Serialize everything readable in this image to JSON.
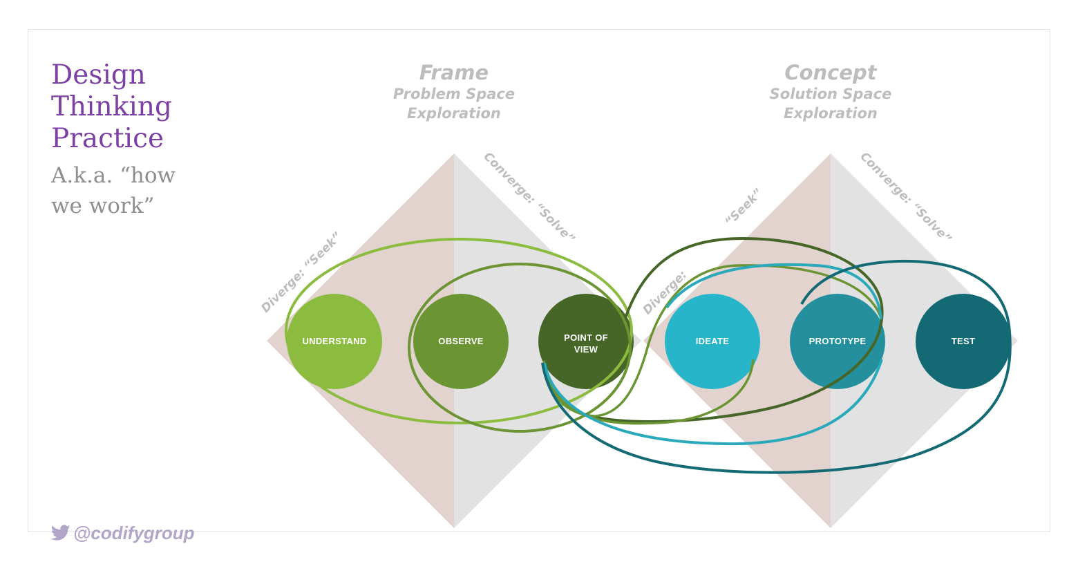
{
  "title_lines": [
    "Design",
    "Thinking",
    "Practice"
  ],
  "subtitle_lines": [
    "A.k.a. “how",
    "we work”"
  ],
  "sections": [
    {
      "heading": "Frame",
      "line1": "Problem Space",
      "line2": "Exploration",
      "diverge": "Diverge: “Seek”",
      "converge": "Converge: “Solve”"
    },
    {
      "heading": "Concept",
      "line1": "Solution Space",
      "line2": "Exploration",
      "diverge_a": "Diverge:",
      "diverge_b": "“Seek”",
      "converge": "Converge: “Solve”"
    }
  ],
  "stages": [
    {
      "label": "UNDERSTAND",
      "color": "#8cbc3f"
    },
    {
      "label": "OBSERVE",
      "color": "#6b9433"
    },
    {
      "label": "POINT OF",
      "label2": "VIEW",
      "color": "#466627"
    },
    {
      "label": "IDEATE",
      "color": "#27b5c9"
    },
    {
      "label": "PROTOTYPE",
      "color": "#24909e"
    },
    {
      "label": "TEST",
      "color": "#146a74"
    }
  ],
  "colors": {
    "title": "#7c3fa3",
    "diverge_half": "#e3d3cf",
    "converge_half": "#e2e2e2",
    "handwritten": "#bdbdbd"
  },
  "footer": {
    "handle": "@codifygroup",
    "icon": "twitter-bird-icon"
  }
}
